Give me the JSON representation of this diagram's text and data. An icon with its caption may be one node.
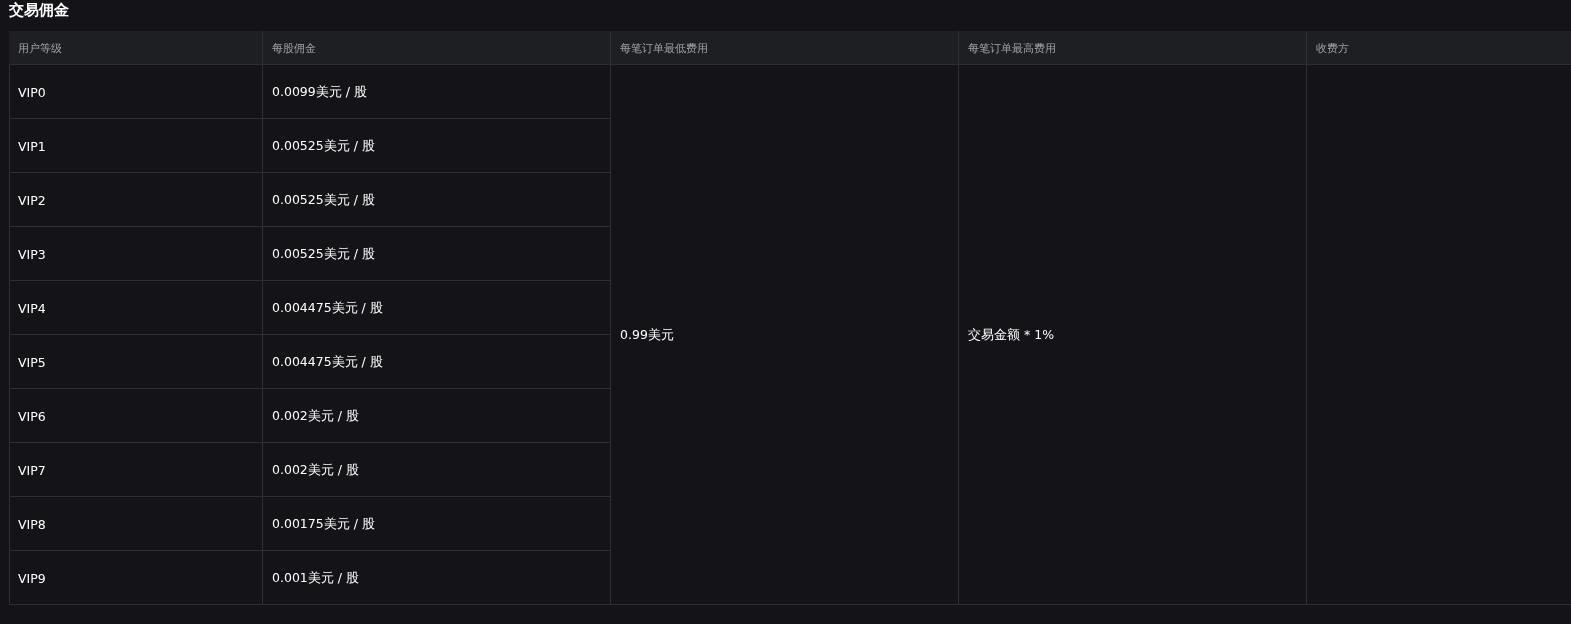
{
  "diagram": {
    "title": "交易佣金",
    "labels": [
      "用户等级",
      "每股佣金",
      "每笔订单最低费用",
      "每笔订单最高费用",
      "收费方",
      "VIP0",
      "0.0099美元 / 股",
      "0.99美元",
      "交易金额 * 1%",
      "VIP1",
      "0.00525美元 / 股",
      "VIP2",
      "0.00525美元 / 股",
      "VIP3",
      "0.00525美元 / 股",
      "VIP4",
      "0.004475美元 / 股",
      "VIP5",
      "0.004475美元 / 股",
      "VIP6",
      "0.002美元 / 股",
      "VIP7",
      "0.002美元 / 股",
      "VIP8",
      "0.00175美元 / 股",
      "VIP9",
      "0.001美元 / 股"
    ]
  }
}
